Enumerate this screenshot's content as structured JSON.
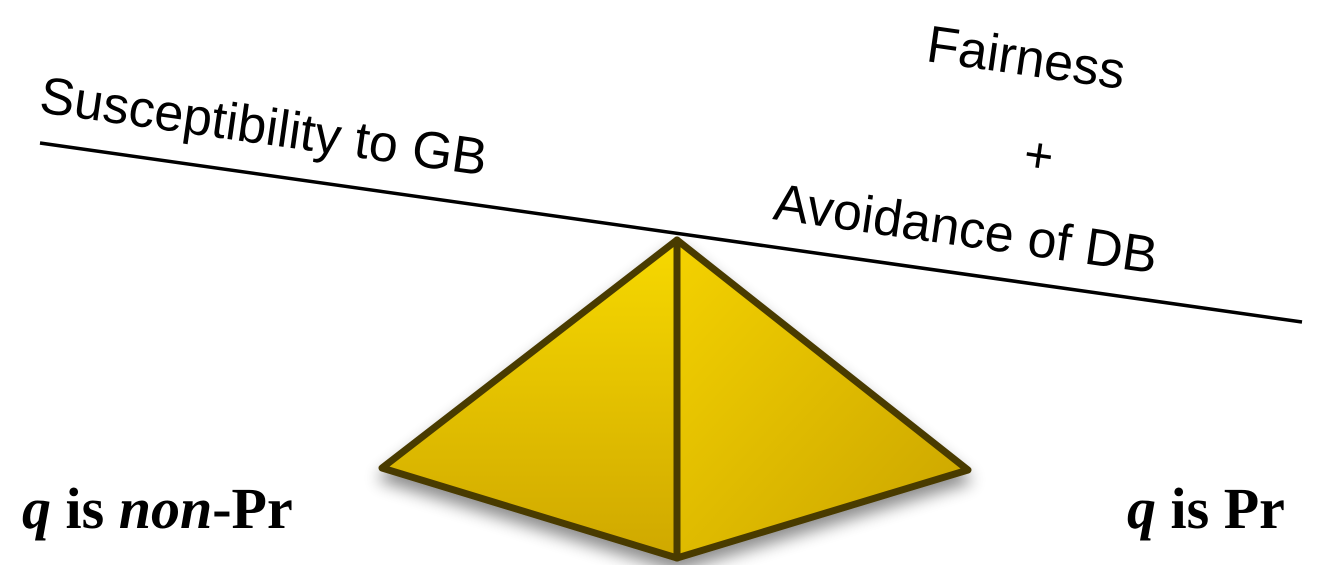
{
  "beam": {
    "left_text": "Susceptibility to GB",
    "right_line1": "Fairness",
    "right_plus": "+",
    "right_line2": "Avoidance of DB"
  },
  "labels": {
    "left": {
      "var": "q",
      "is": " is ",
      "prefix": "non",
      "suffix": "-Pr"
    },
    "right": {
      "var": "q",
      "is": " is ",
      "word": "Pr"
    }
  },
  "colors": {
    "pyramid_face_left": "#e8c400",
    "pyramid_face_right": "#d9b200",
    "pyramid_edge": "#4a3a00",
    "beam": "#000000"
  }
}
